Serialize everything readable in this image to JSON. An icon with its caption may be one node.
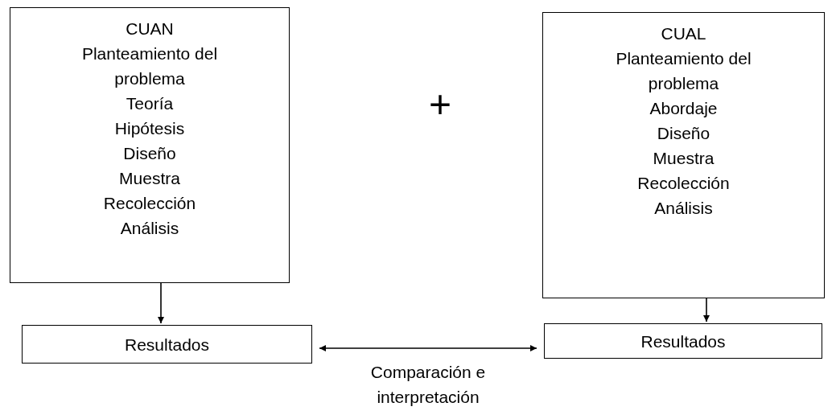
{
  "diagram": {
    "nodes": [
      {
        "text": [
          "CUAN",
          "Planteamiento del problema",
          "Teoría",
          "Hipótesis",
          "Diseño",
          "Muestra",
          "Recolección",
          "Análisis"
        ]
      },
      {
        "text": [
          "CUAL",
          "Planteamiento del problema",
          "Abordaje",
          "Diseño",
          "Muestra",
          "Recolección",
          "Análisis"
        ]
      },
      {
        "text": [
          "Resultados"
        ]
      },
      {
        "text": [
          "Resultados"
        ]
      }
    ],
    "edges": [
      {
        "from": 0,
        "to": 2,
        "arrow": "to"
      },
      {
        "from": 1,
        "to": 3,
        "arrow": "to"
      },
      {
        "from": 2,
        "to": 3,
        "arrow": "both",
        "label": "Comparación e interpretación"
      }
    ],
    "labels": [
      "+"
    ]
  }
}
